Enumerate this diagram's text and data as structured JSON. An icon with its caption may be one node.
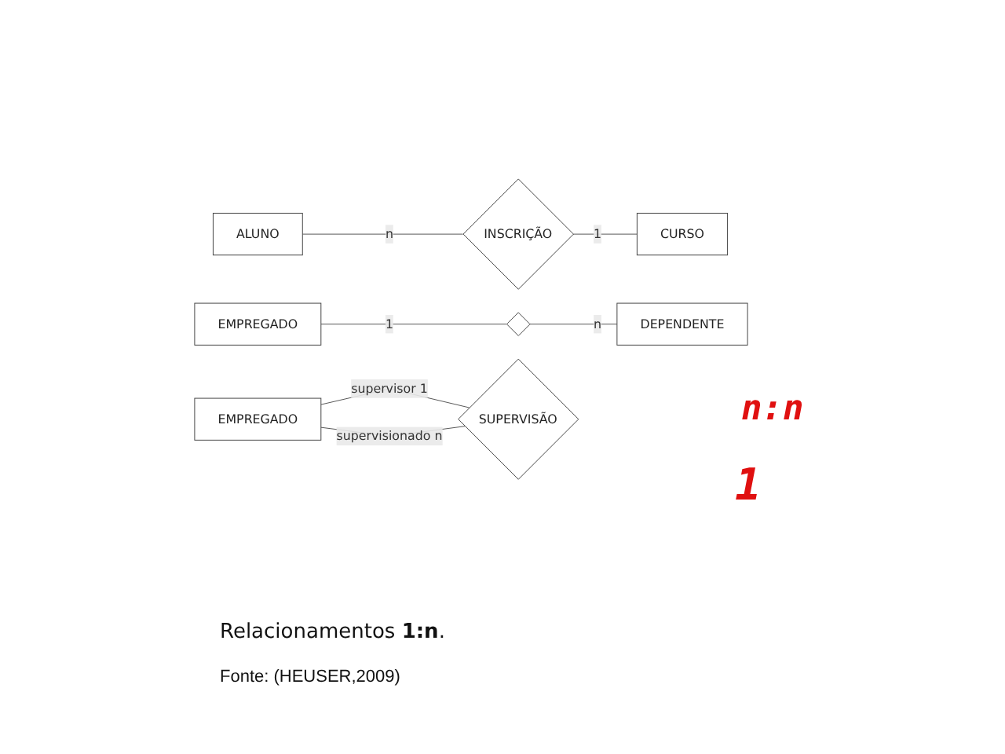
{
  "diagram": {
    "caption": "Relacionamentos **1:n**.",
    "nodes": [
      {
        "text": [
          "ALUNO"
        ]
      },
      {
        "text": [
          "INSCRIÇÃO"
        ]
      },
      {
        "text": [
          "CURSO"
        ]
      },
      {
        "text": [
          "EMPREGADO"
        ]
      },
      {
        "text": [],
        "shape": "diamond"
      },
      {
        "text": [
          "DEPENDENTE"
        ]
      },
      {
        "text": [
          "EMPREGADO"
        ]
      },
      {
        "text": [
          "SUPERVISÃO"
        ]
      }
    ],
    "edges": [
      {
        "from": 0,
        "to": 1,
        "arrow": "none",
        "label": "n"
      },
      {
        "from": 1,
        "to": 2,
        "arrow": "none",
        "label": "1"
      },
      {
        "from": 3,
        "to": 4,
        "arrow": "none",
        "label": "1"
      },
      {
        "from": 4,
        "to": 5,
        "arrow": "none",
        "label": "n"
      },
      {
        "from": 6,
        "to": 7,
        "arrow": "none",
        "label": "supervisor 1"
      },
      {
        "from": 6,
        "to": 7,
        "arrow": "none",
        "label": "supervisionado n"
      }
    ],
    "labels": [
      "n:n",
      "1",
      "Fonte: (HEUSER,2009)"
    ]
  }
}
